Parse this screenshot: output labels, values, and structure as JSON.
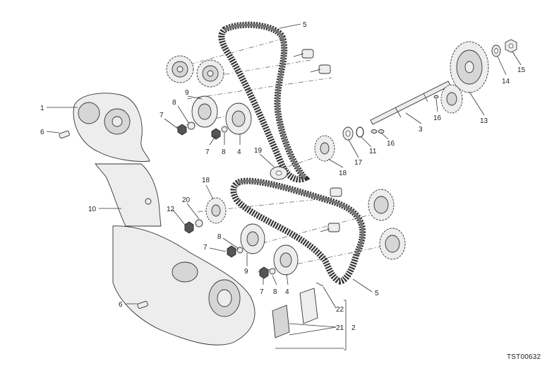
{
  "diagram_code": "TST00632",
  "callouts": {
    "c1": "1",
    "c2": "2",
    "c3": "3",
    "c4a": "4",
    "c4b": "4",
    "c5a": "5",
    "c5b": "5",
    "c6a": "6",
    "c6b": "6",
    "c7a": "7",
    "c7b": "7",
    "c7c": "7",
    "c7d": "7",
    "c8a": "8",
    "c8b": "8",
    "c8c": "8",
    "c8d": "8",
    "c9a": "9",
    "c9b": "9",
    "c10": "10",
    "c11": "11",
    "c12": "12",
    "c13": "13",
    "c14": "14",
    "c15": "15",
    "c16a": "16",
    "c16b": "16",
    "c17": "17",
    "c18a": "18",
    "c18b": "18",
    "c19": "19",
    "c20": "20",
    "c21": "21",
    "c22": "22"
  }
}
